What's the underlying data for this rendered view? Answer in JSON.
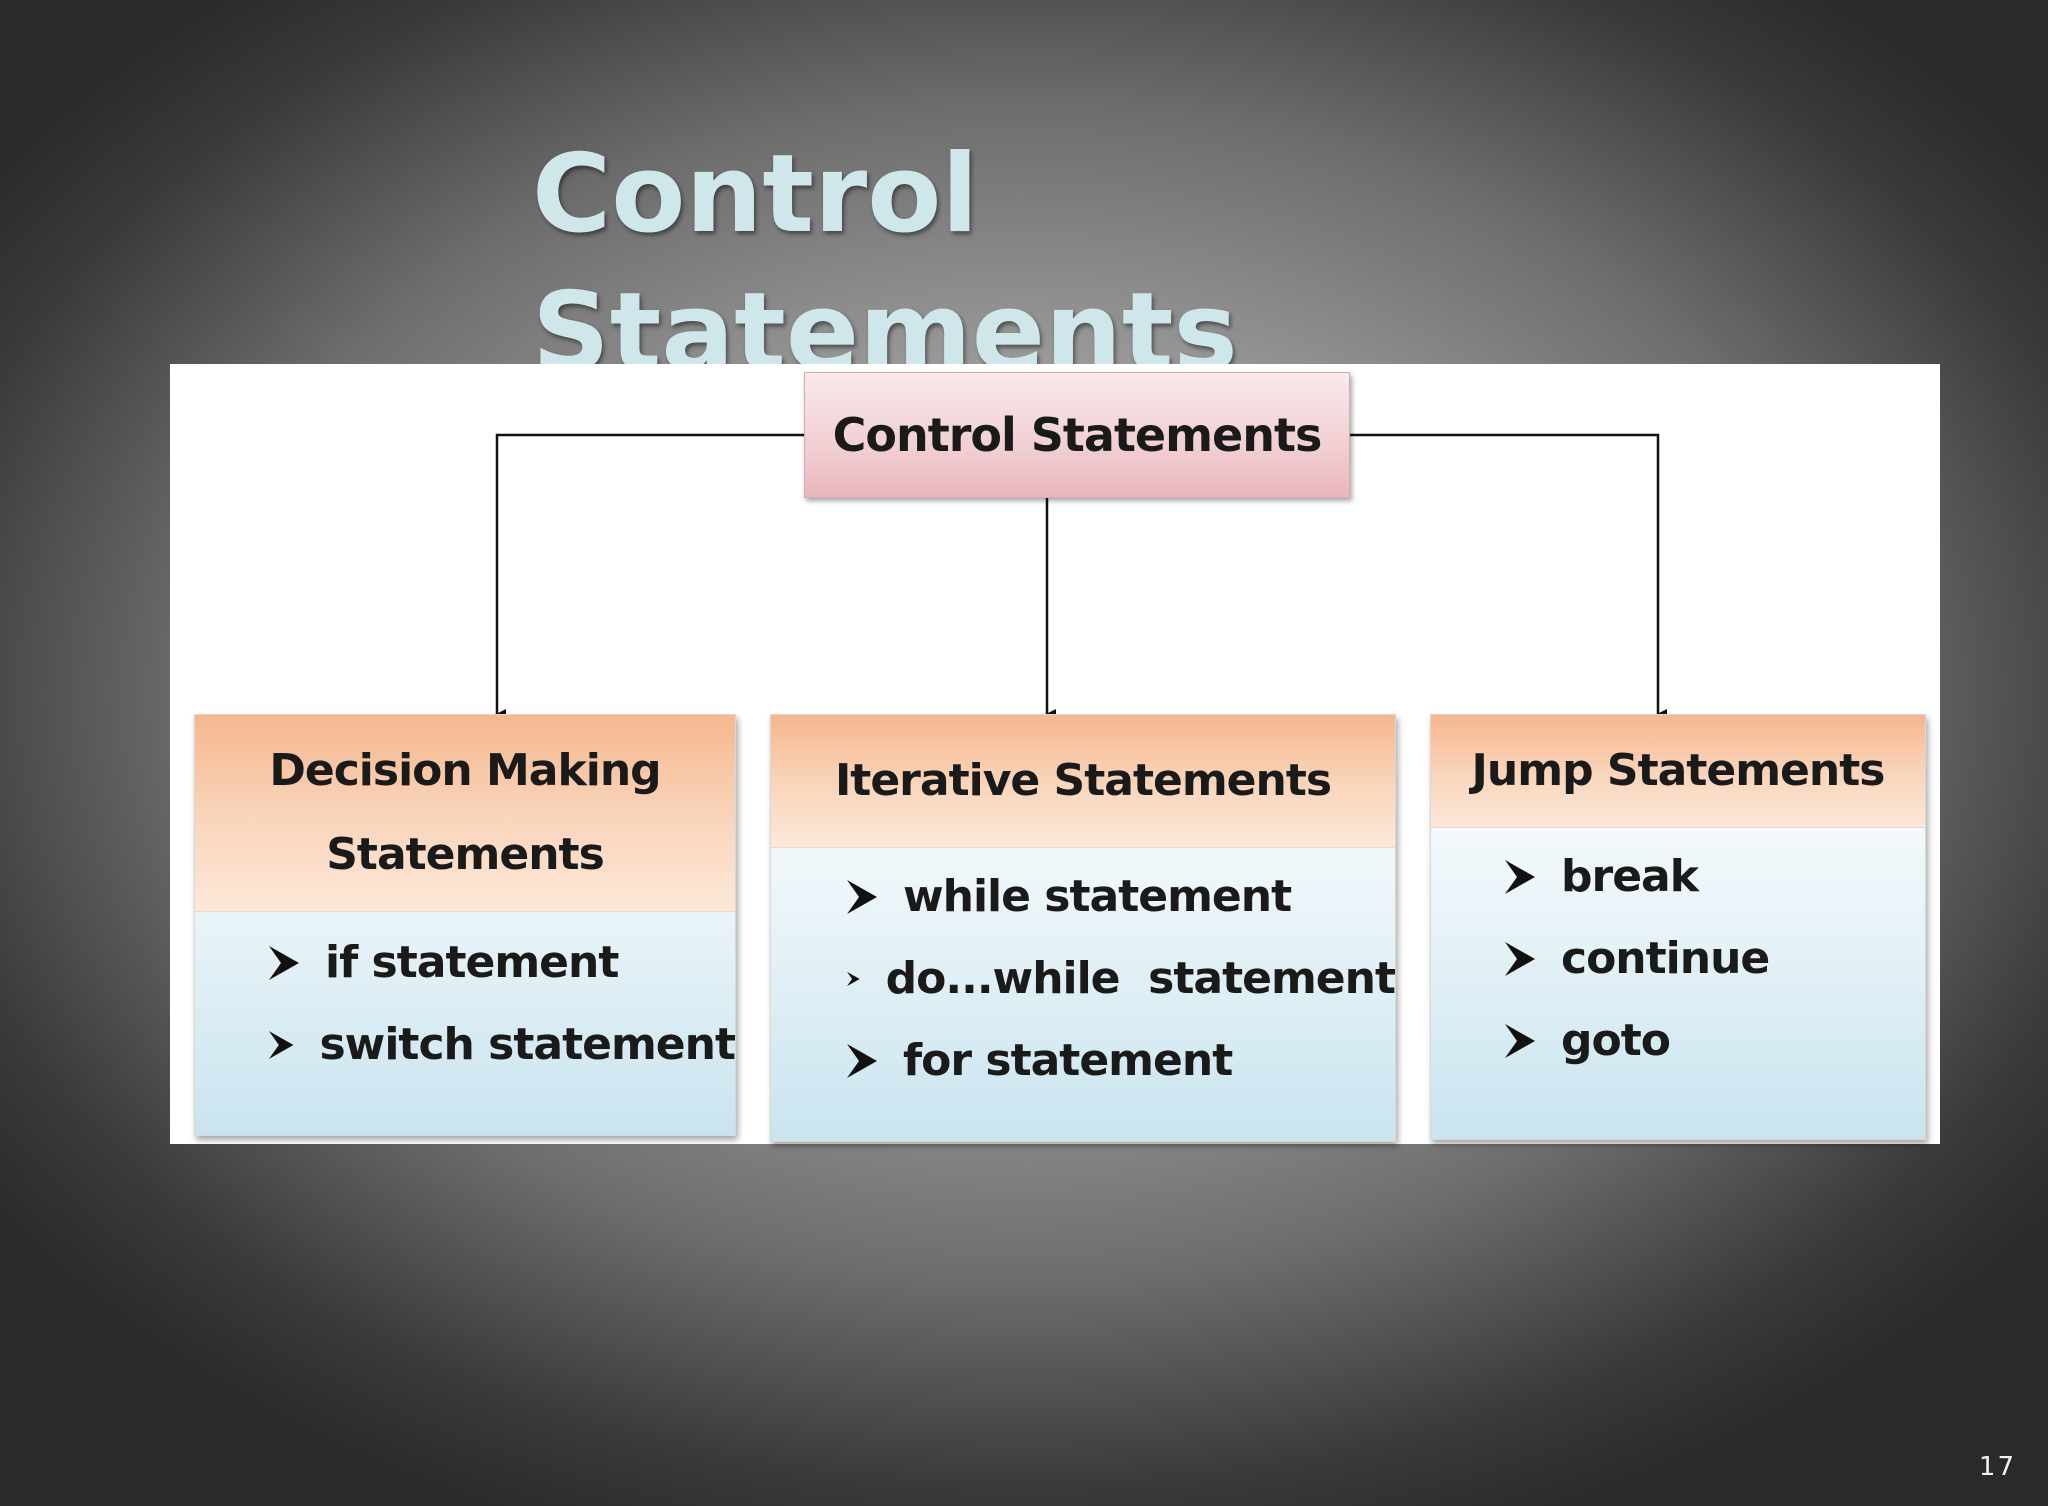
{
  "slide": {
    "title_line1": "Control",
    "title_line2": "Statements",
    "page_number": "17"
  },
  "diagram": {
    "root": {
      "label": "Control Statements"
    },
    "categories": [
      {
        "head_line1": "Decision Making",
        "head_line2": "Statements",
        "items": [
          "if statement",
          "switch statement"
        ]
      },
      {
        "head": "Iterative Statements",
        "items": [
          "while statement",
          "do...while  statement",
          "for statement"
        ]
      },
      {
        "head": "Jump Statements",
        "items": [
          "break",
          "continue",
          "goto"
        ]
      }
    ]
  },
  "colors": {
    "title": "#cfe6ea",
    "root_box": "#f1cfd3",
    "category_head": "#f9d6bd",
    "category_body": "#c9e4ef",
    "connector": "#111111"
  }
}
